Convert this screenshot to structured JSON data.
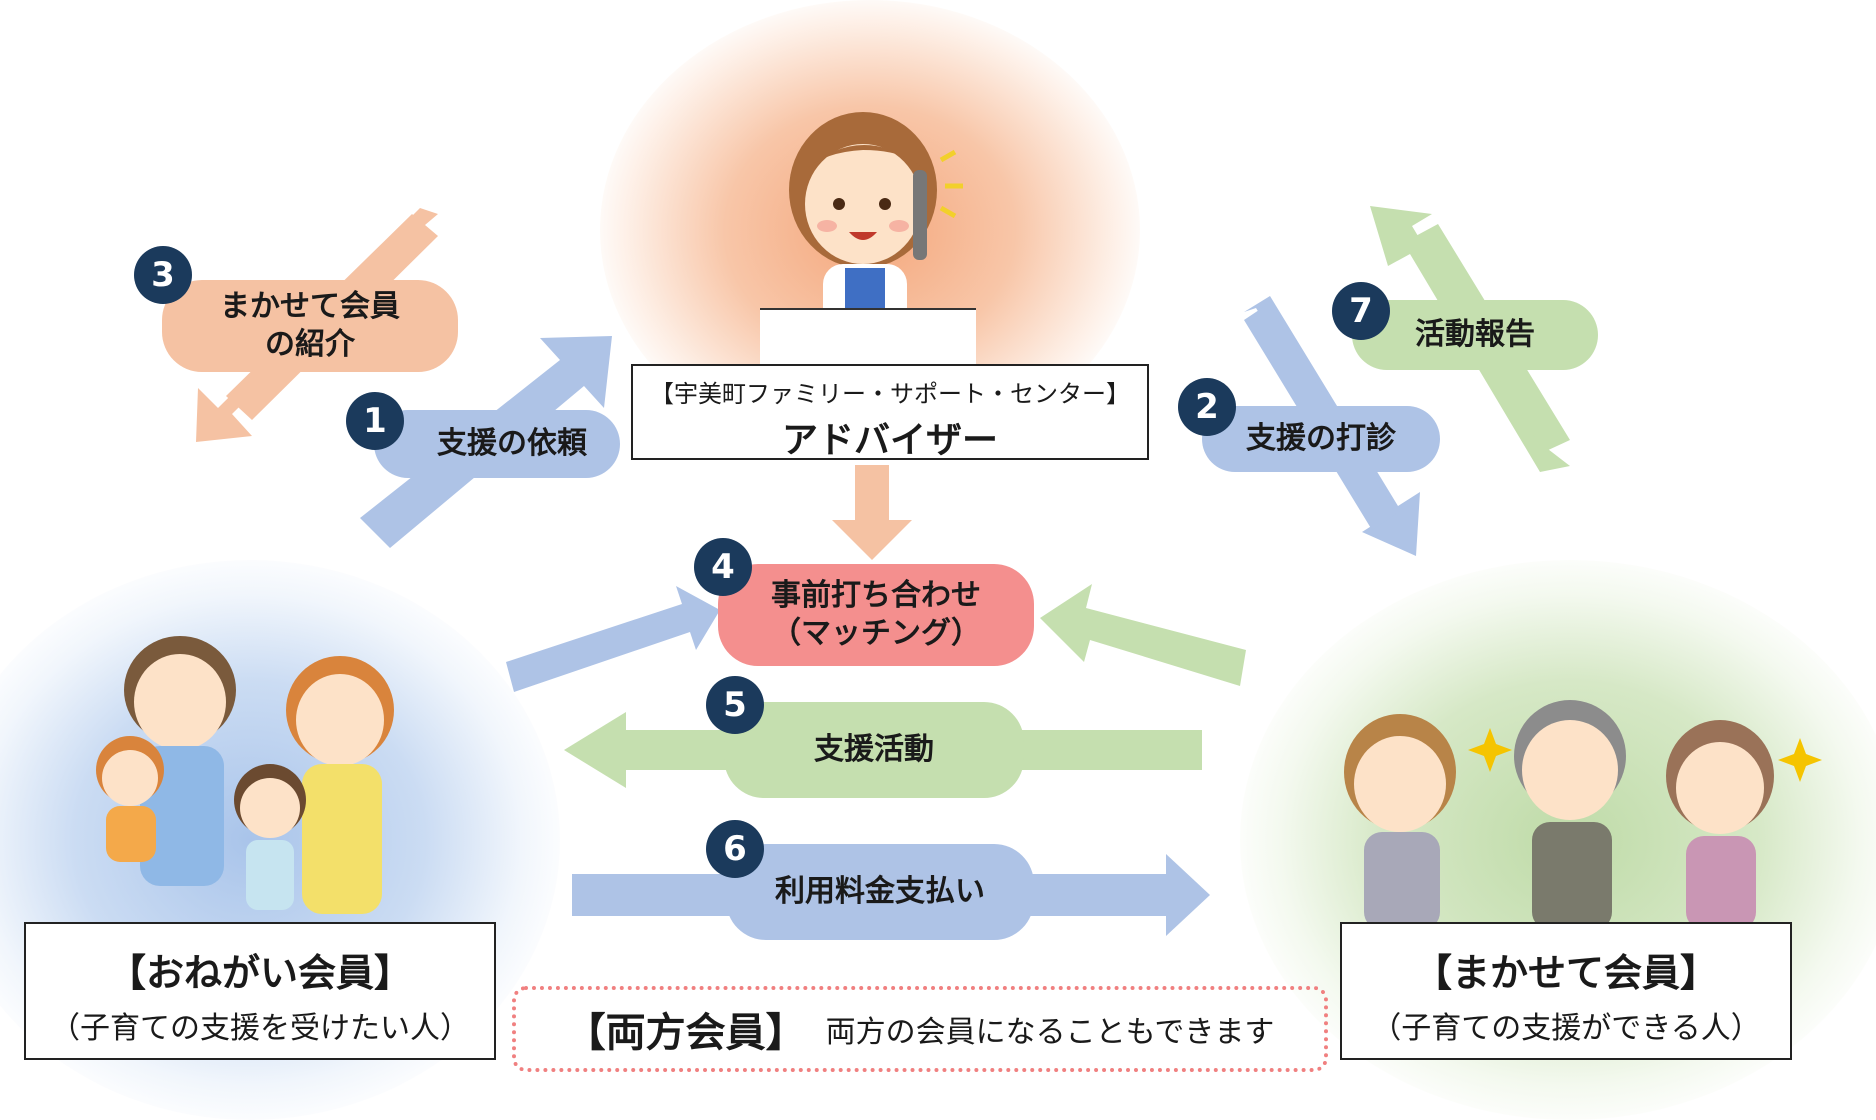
{
  "center": {
    "subtitle": "【宇美町ファミリー・サポート・センター】",
    "title": "アドバイザー"
  },
  "left_member": {
    "title": "【おねがい会員】",
    "subtitle": "（子育ての支援を受けたい人）"
  },
  "right_member": {
    "title": "【まかせて会員】",
    "subtitle": "（子育ての支援ができる人）"
  },
  "both_member": {
    "title": "【両方会員】",
    "description": "両方の会員になることもできます"
  },
  "steps": [
    {
      "number": "1",
      "label": "支援の依頼"
    },
    {
      "number": "2",
      "label": "支援の打診"
    },
    {
      "number": "3",
      "label_line1": "まかせて会員",
      "label_line2": "の紹介"
    },
    {
      "number": "4",
      "label_line1": "事前打ち合わせ",
      "label_line2": "（マッチング）"
    },
    {
      "number": "5",
      "label": "支援活動"
    },
    {
      "number": "6",
      "label": "利用料金支払い"
    },
    {
      "number": "7",
      "label": "活動報告"
    }
  ],
  "colors": {
    "blue_arrow": "#aec3e6",
    "peach_arrow": "#f5c2a3",
    "green_arrow": "#c5dfaf",
    "matching_pill": "#f48f8e",
    "number_badge": "#1b3a5c",
    "dashed_border": "#f08080"
  },
  "icons": [
    "adviser-illustration",
    "family-illustration",
    "supporters-illustration"
  ]
}
